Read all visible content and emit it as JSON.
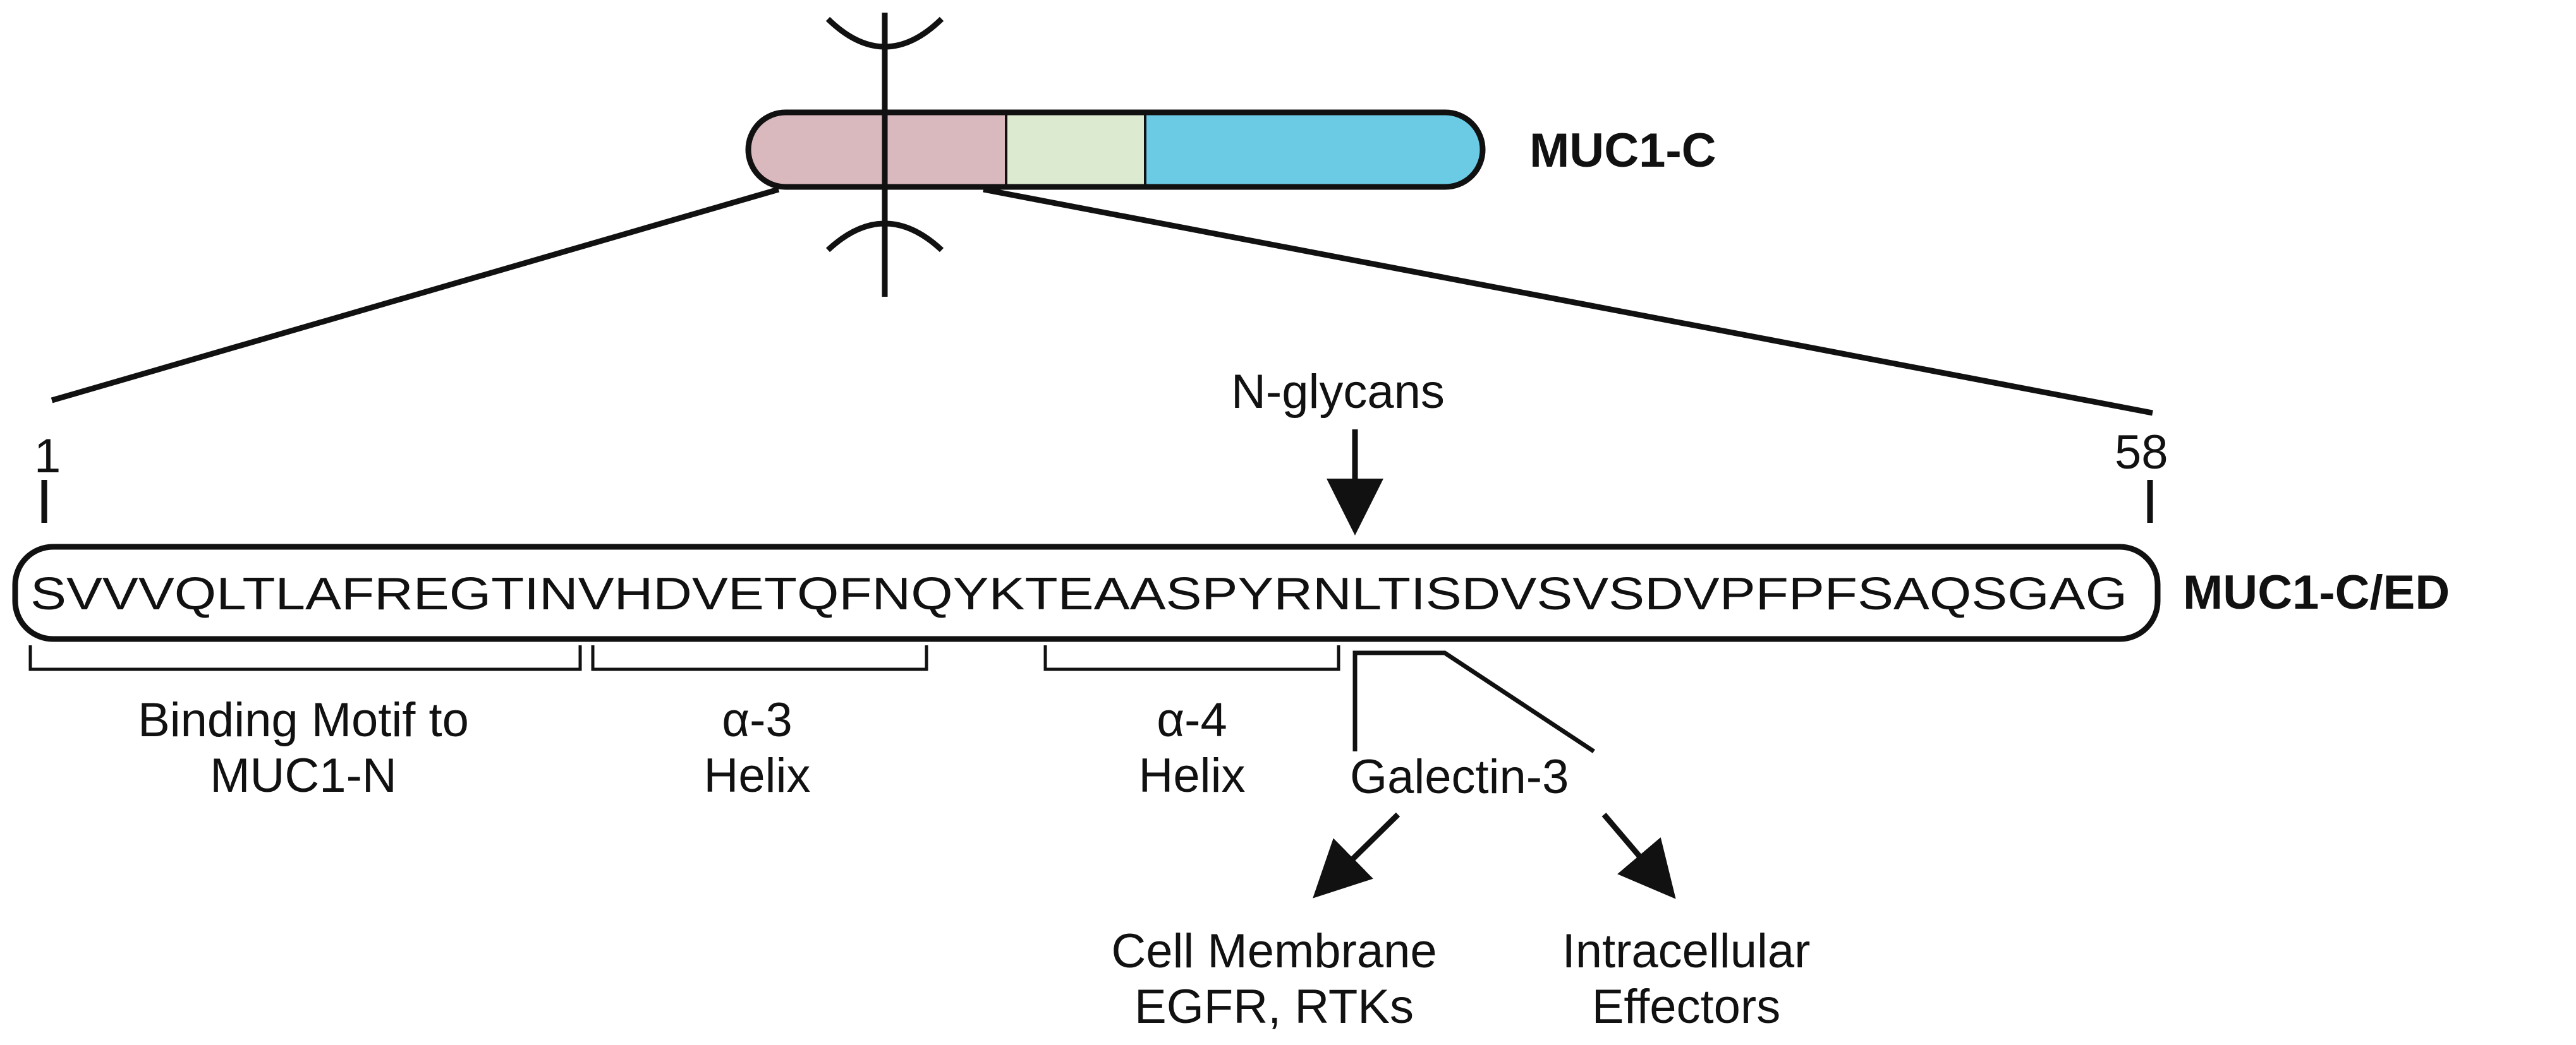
{
  "colors": {
    "extracellular_domain": "#d9b9bd",
    "transmembrane_domain": "#dcebd0",
    "cytoplasmic_domain": "#6ccbe4",
    "outline": "#111111",
    "background": "#ffffff"
  },
  "protein": {
    "label": "MUC1-C"
  },
  "extracellular_domain": {
    "label": "MUC1-C/ED",
    "sequence": "SVVVQLTLAFREGTINVHDVETQFNQYKTEAASPYRNLTISDVSVSDVPFPFSAQSGAG",
    "start_position": "1",
    "end_position": "58"
  },
  "glycosylation": {
    "label": "N-glycans"
  },
  "regions": [
    {
      "line1": "Binding Motif to",
      "line2": "MUC1-N"
    },
    {
      "line1": "α-3",
      "line2": "Helix"
    },
    {
      "line1": "α-4",
      "line2": "Helix"
    }
  ],
  "binding_partner": {
    "label": "Galectin-3"
  },
  "effects": [
    {
      "line1": "Cell Membrane",
      "line2": "EGFR, RTKs"
    },
    {
      "line1": "Intracellular",
      "line2": "Effectors"
    }
  ]
}
